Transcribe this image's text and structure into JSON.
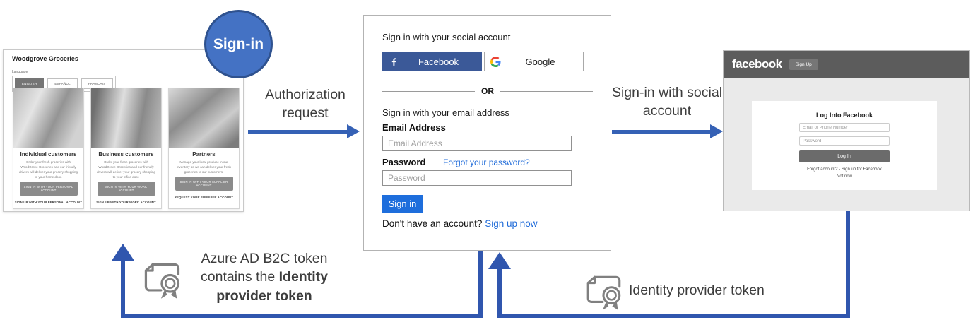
{
  "colors": {
    "arrow_blue": "#3561B5",
    "connector_blue": "#3056AE",
    "badge_fill": "#4472C4",
    "badge_border": "#2F528F",
    "facebook_brand": "#3B5998",
    "b2c_signin_button": "#1E6EDC",
    "link_blue": "#1F6BD9",
    "fb_header_gray": "#5C5C5C",
    "google_colors": [
      "#4285F4",
      "#34A853",
      "#FBBC05",
      "#EA4335"
    ]
  },
  "signin_badge": "Sign-in",
  "flow_labels": {
    "authorization_request": "Authorization request",
    "signin_social": "Sign-in with social account",
    "b2c_token_pre": "Azure AD B2C token contains the ",
    "b2c_token_bold": "Identity provider token",
    "idp_token": "Identity provider token"
  },
  "woodgrove": {
    "title": "Woodgrove Groceries",
    "language_label": "Language",
    "languages": [
      {
        "label": "ENGLISH"
      },
      {
        "label": "ESPAÑOL"
      },
      {
        "label": "FRANÇAIS"
      }
    ],
    "cards": [
      {
        "title": "Individual customers",
        "body": "Order your fresh groceries with WoodGrove Groceries and our friendly drivers will deliver your grocery shopping to your home door.",
        "button": "SIGN IN WITH YOUR PERSONAL ACCOUNT",
        "link": "SIGN UP WITH YOUR PERSONAL ACCOUNT"
      },
      {
        "title": "Business customers",
        "body": "Order your fresh groceries with WoodGrove Groceries and our friendly drivers will deliver your grocery shopping to your office door.",
        "button": "SIGN IN WITH YOUR WORK ACCOUNT",
        "link": "SIGN UP WITH YOUR WORK ACCOUNT"
      },
      {
        "title": "Partners",
        "body": "Manage your local produce in our inventory so we can deliver your fresh groceries to our customers.",
        "button": "SIGN IN WITH YOUR SUPPLIER ACCOUNT",
        "link": "REQUEST YOUR SUPPLIER ACCOUNT"
      }
    ]
  },
  "b2c_page": {
    "social_heading": "Sign in with your social account",
    "facebook_button": "Facebook",
    "google_button": "Google",
    "or": "OR",
    "email_heading": "Sign in with your email address",
    "email_label": "Email Address",
    "email_placeholder": "Email Address",
    "password_label": "Password",
    "forgot_link": "Forgot your password?",
    "password_placeholder": "Password",
    "signin_button": "Sign in",
    "no_account": "Don't have an account? ",
    "signup_link": "Sign up now"
  },
  "facebook_page": {
    "logo": "facebook",
    "signup_button": "Sign Up",
    "heading": "Log Into Facebook",
    "email_placeholder": "Email or Phone Number",
    "password_placeholder": "Password",
    "login_button": "Log In",
    "forgot_line": "Forgot account? - Sign up for Facebook",
    "not_now": "Not now"
  }
}
